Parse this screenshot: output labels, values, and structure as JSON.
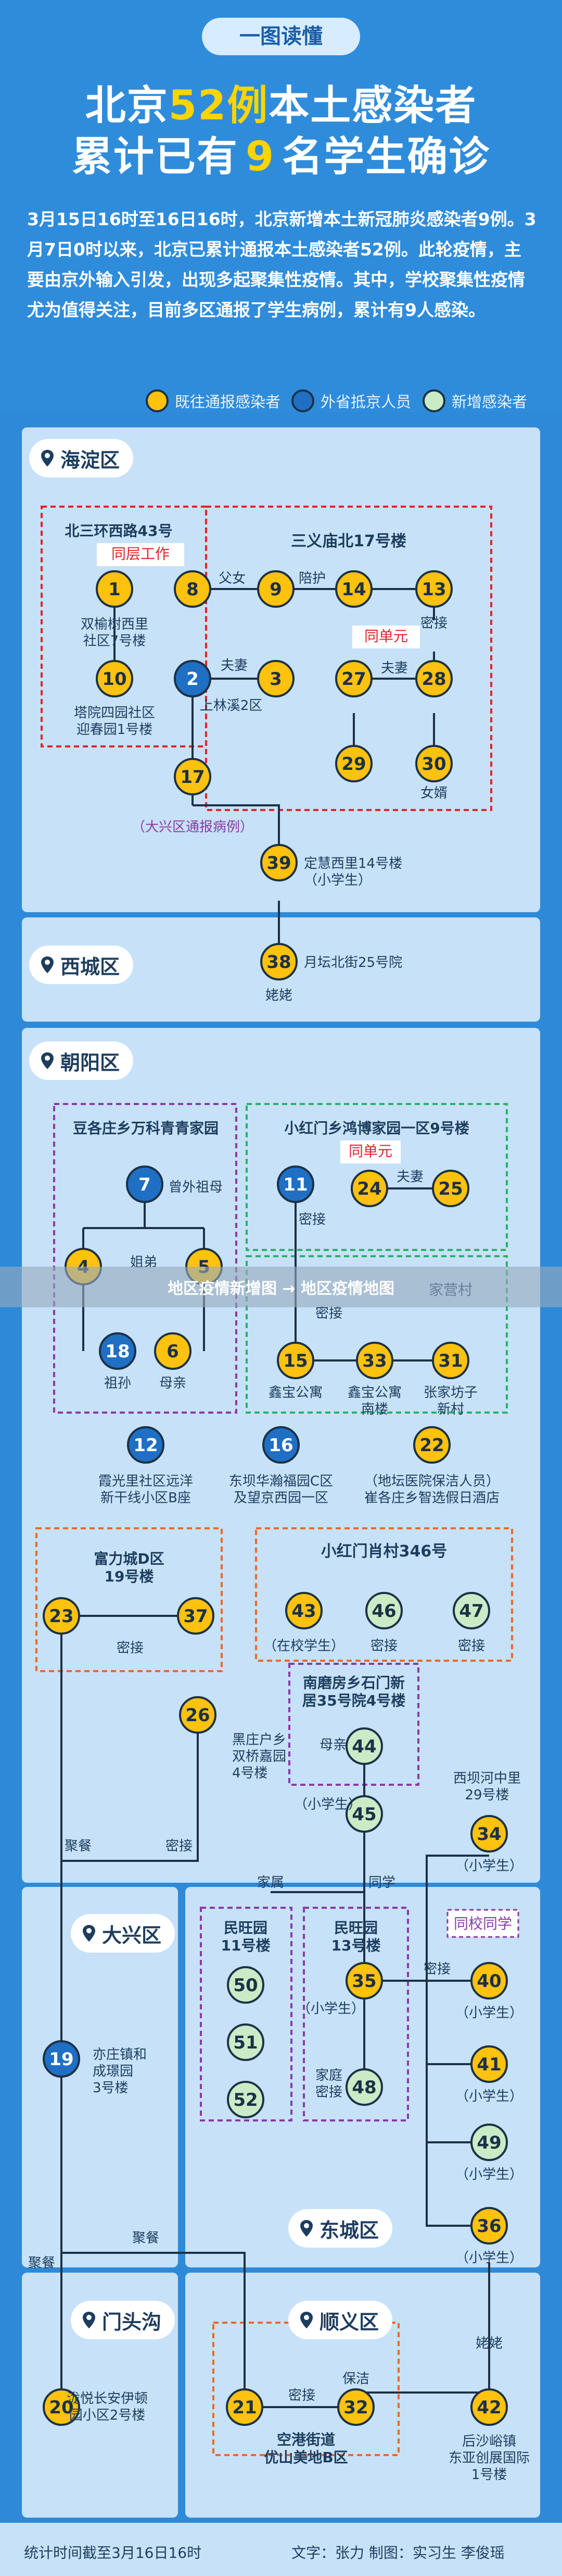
{
  "header": {
    "badge": "一图读懂",
    "title_line1_a": "北京",
    "title_line1_b": "52例",
    "title_line1_c": "本土感染者",
    "title_line2_a": "累计已有",
    "title_line2_b": "9",
    "title_line2_c": "名学生确诊",
    "intro": "3月15日16时至16日16时，北京新增本土新冠肺炎感染者9例。3月7日0时以来，北京已累计通报本土感染者52例。此轮疫情，主要由京外输入引发，出现多起聚集性疫情。其中，学校聚集性疫情尤为值得关注，目前多区通报了学生病例，累计有9人感染。"
  },
  "legend": {
    "reported": "既往通报感染者",
    "external": "外省抵京人员",
    "new": "新增感染者"
  },
  "colors": {
    "reported": "#ffc20e",
    "external": "#1f6fc4",
    "new": "#c9ecc6",
    "red_box": "#e0242c",
    "green_box": "#24b466",
    "purple_box": "#8a3aa8",
    "orange_box": "#e86a2a",
    "line": "#1c3146"
  },
  "districts": {
    "haidian": "海淀区",
    "xicheng": "西城区",
    "chaoyang": "朝阳区",
    "daxing": "大兴区",
    "dongcheng": "东城区",
    "mentougou": "门头沟",
    "shunyi": "顺义区"
  },
  "boxes": {
    "b1": "北三环西路43号",
    "b1_sub": "同层工作",
    "b2": "三义庙北17号楼",
    "b2_sub": "同单元",
    "b3": "豆各庄乡万科青青家园",
    "b4": "小红门乡鸿博家园一区9号楼",
    "b4_sub": "同单元",
    "b5": "富力城D区\n19号楼",
    "b6": "小红门肖村346号",
    "b7": "南磨房乡石门新\n居35号院4号楼",
    "b8": "民旺园\n11号楼",
    "b9": "民旺园\n13号楼",
    "b10": "空港街道\n优山美地B区",
    "same_class": "同校同学"
  },
  "labels": {
    "l1": "双榆树西里\n社区7号楼",
    "l10": "塔院四园社区\n迎春园1号楼",
    "l2": "上林溪2区",
    "l17": "（大兴区通报病例）",
    "father_daughter": "父女",
    "accompany": "陪护",
    "husband_wife": "夫妻",
    "close_contact": "密接",
    "son_in_law": "女婿",
    "l39": "定慧西里14号楼\n（小学生）",
    "l38": "月坛北街25号院",
    "grandma": "姥姥",
    "great_grandma": "曾外祖母",
    "siblings": "姐弟",
    "grandson": "祖孙",
    "mother_son": "母亲",
    "l15": "鑫宝公寓",
    "l33": "鑫宝公寓\n南楼",
    "l31": "张家坊子\n新村",
    "home_village": "家营村",
    "l12": "霞光里社区远洋\n新干线小区B座",
    "l16": "东坝华瀚福园C区\n及望京西园一区",
    "l22": "（地坛医院保洁人员）\n崔各庄乡智选假日酒店",
    "l43": "（在校学生）",
    "l26": "黑庄户乡\n双桥嘉园\n4号楼",
    "meal": "聚餐",
    "l34": "西坝河中里\n29号楼",
    "pupil": "（小学生）",
    "family": "家属",
    "schoolmate": "同学",
    "family_close": "家庭\n密接",
    "l19": "亦庄镇和\n成璟园\n3号楼",
    "l20": "泷悦长安伊顿\n园小区2号楼",
    "l42": "后沙峪镇\n东亚创展国际\n1号楼"
  },
  "banner": "地区疫情新增图 → 地区疫情地图",
  "footer": {
    "stats": "统计时间截至3月16日16时",
    "credits": "文字：张力    制图：实习生 李俊瑶"
  }
}
